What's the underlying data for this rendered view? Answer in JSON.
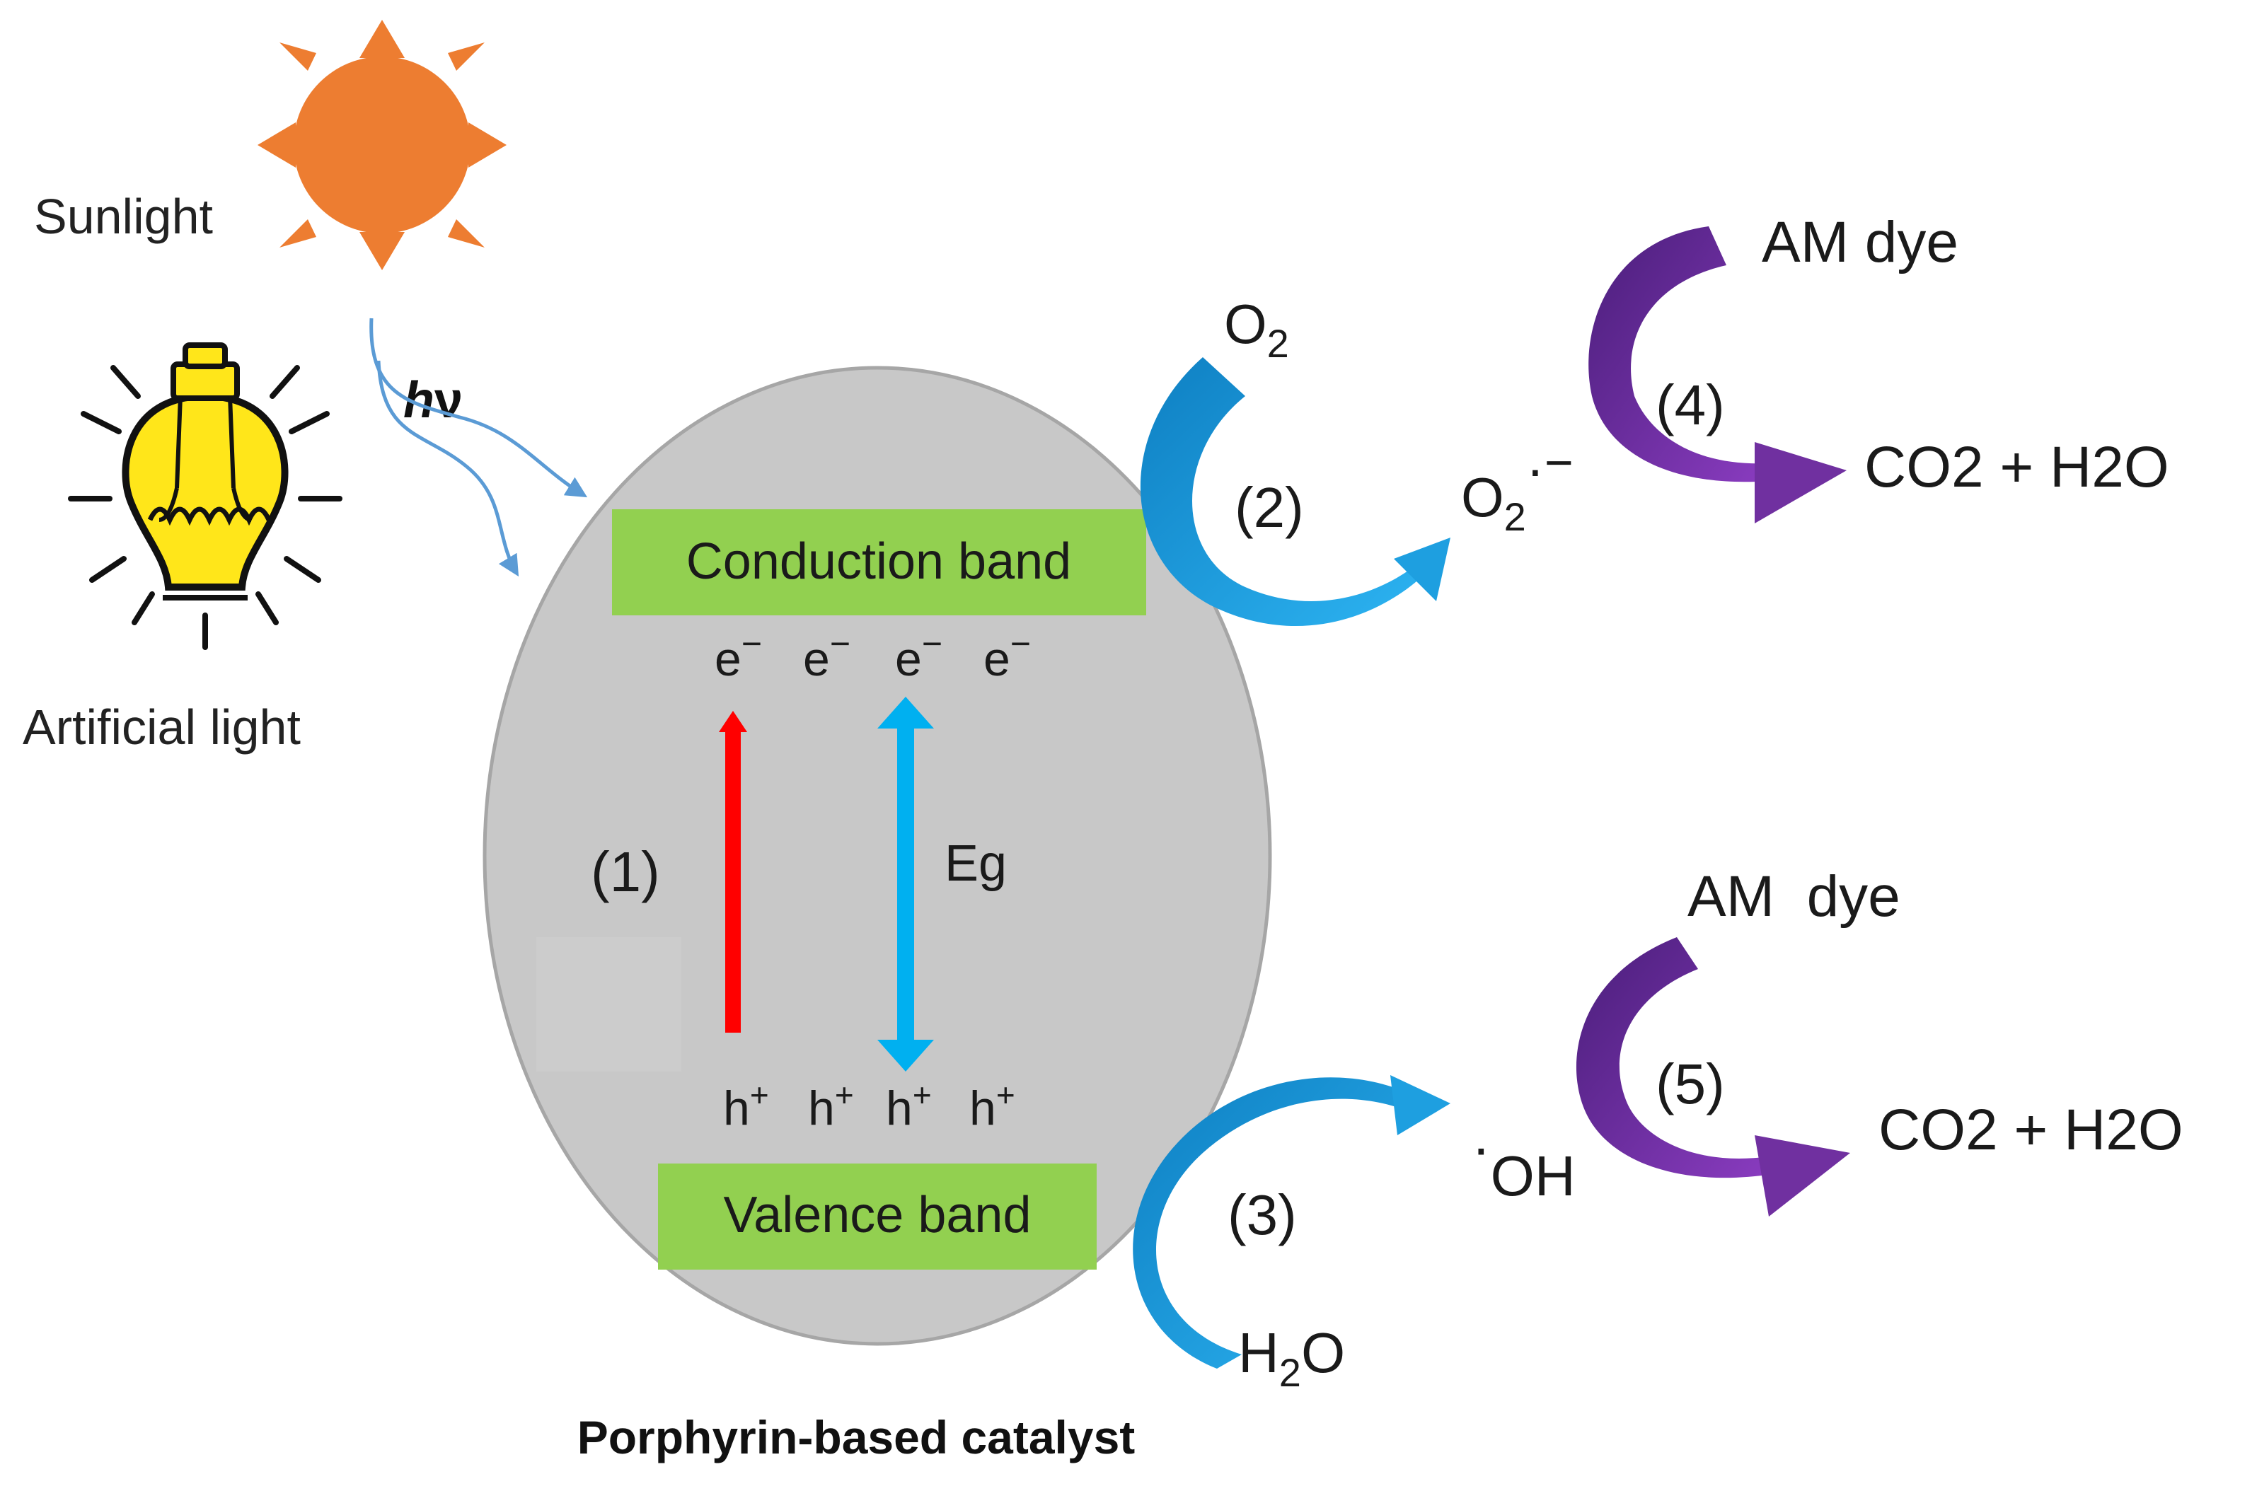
{
  "sources": {
    "sunlight_label": "Sunlight",
    "artificial_label": "Artificial light",
    "photon_h": "h",
    "photon_nu": "ν"
  },
  "catalyst": {
    "conduction_band": "Conduction band",
    "valence_band": "Valence band",
    "caption": "Porphyrin-based catalyst",
    "electron": "e",
    "electron_sign": "−",
    "hole": "h",
    "hole_sign": "+",
    "step_1": "(1)",
    "band_gap": "Eg"
  },
  "top_branch": {
    "reactant": "O",
    "reactant_sub": "2",
    "step_2": "(2)",
    "radical_base": "O",
    "radical_sub": "2",
    "radical_dot": "·",
    "radical_sign": "−",
    "dye": "AM dye",
    "step_4": "(4)",
    "products": "CO2 + H2O"
  },
  "bottom_branch": {
    "reactant": "H",
    "reactant_sub": "2",
    "reactant_tail": "O",
    "step_3": "(3)",
    "radical_dot": "·",
    "radical": "OH",
    "dye": "AM  dye",
    "step_5": "(5)",
    "products": "CO2 + H2O"
  },
  "colors": {
    "sun": "#ED7D31",
    "bulb": "#FFE61A",
    "catalyst": "#C8C8C8",
    "band_box": "#92D050",
    "excitation_arrow": "#FF0000",
    "gap_arrow": "#00B0F0",
    "cyan_arrow": "#1E9FE0",
    "purple_arrow": "#7030A0"
  }
}
